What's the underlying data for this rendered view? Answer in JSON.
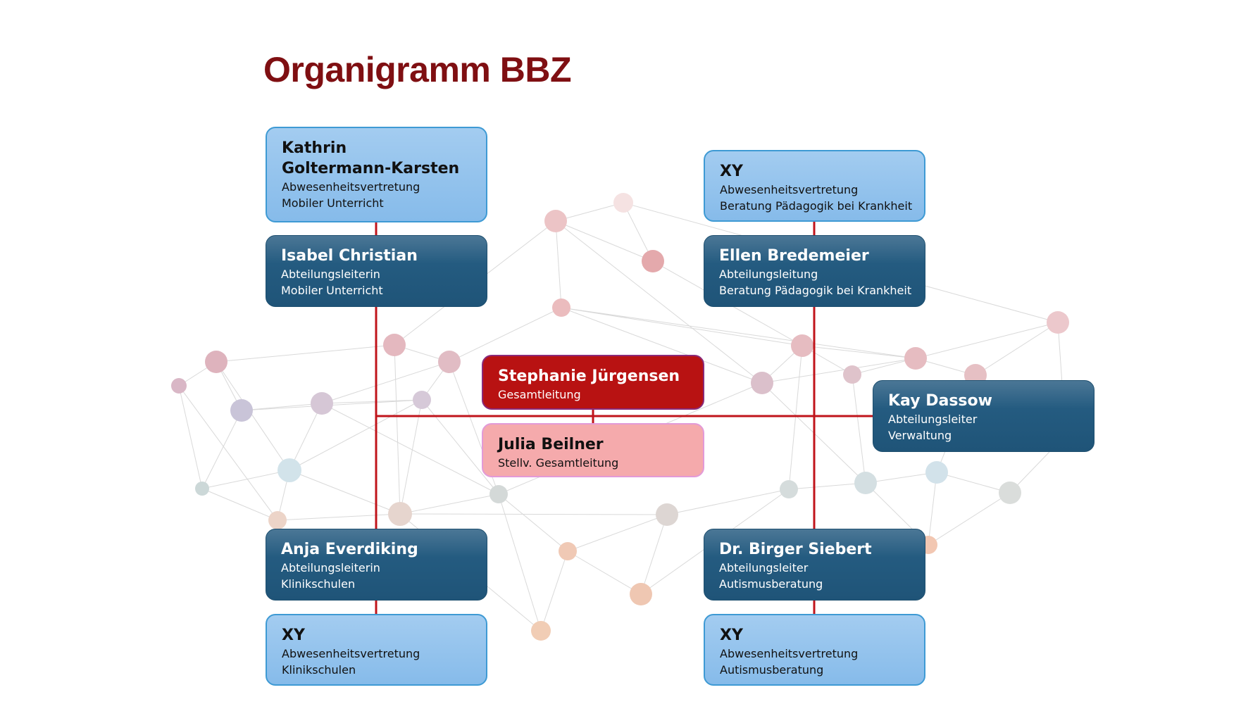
{
  "title": "Organigramm BBZ",
  "colors": {
    "title": "#7f0f12",
    "connector": "#c0141b",
    "head": "#b81212",
    "deputy": "#f5aaac",
    "department_lead": "#245b80",
    "absence_deputy": "#93c3ec"
  },
  "nodes": {
    "head": {
      "name": "Stephanie Jürgensen",
      "role": "Gesamtleitung"
    },
    "deputy": {
      "name": "Julia Beilner",
      "role": "Stellv. Gesamtleitung"
    },
    "mobile_lead": {
      "name": "Isabel Christian",
      "role": "Abteilungsleiterin",
      "department": "Mobiler Unterricht"
    },
    "mobile_deputy": {
      "name_line1": "Kathrin",
      "name_line2": "Goltermann-Karsten",
      "role": "Abwesenheitsvertretung",
      "department": "Mobiler Unterricht"
    },
    "counsel_lead": {
      "name": "Ellen Bredemeier",
      "role": "Abteilungsleitung",
      "department": "Beratung Pädagogik bei Krankheit"
    },
    "counsel_deputy": {
      "name": "XY",
      "role": "Abwesenheitsvertretung",
      "department": "Beratung Pädagogik bei Krankheit"
    },
    "admin_lead": {
      "name": "Kay Dassow",
      "role": "Abteilungsleiter",
      "department": "Verwaltung"
    },
    "clinic_lead": {
      "name": "Anja Everdiking",
      "role": "Abteilungsleiterin",
      "department": "Klinikschulen"
    },
    "clinic_deputy": {
      "name": "XY",
      "role": "Abwesenheitsvertretung",
      "department": "Klinikschulen"
    },
    "autism_lead": {
      "name": "Dr. Birger Siebert",
      "role": "Abteilungsleiter",
      "department": "Autismusberatung"
    },
    "autism_deputy": {
      "name": "XY",
      "role": "Abwesenheitsvertretung",
      "department": "Autismusberatung"
    }
  }
}
